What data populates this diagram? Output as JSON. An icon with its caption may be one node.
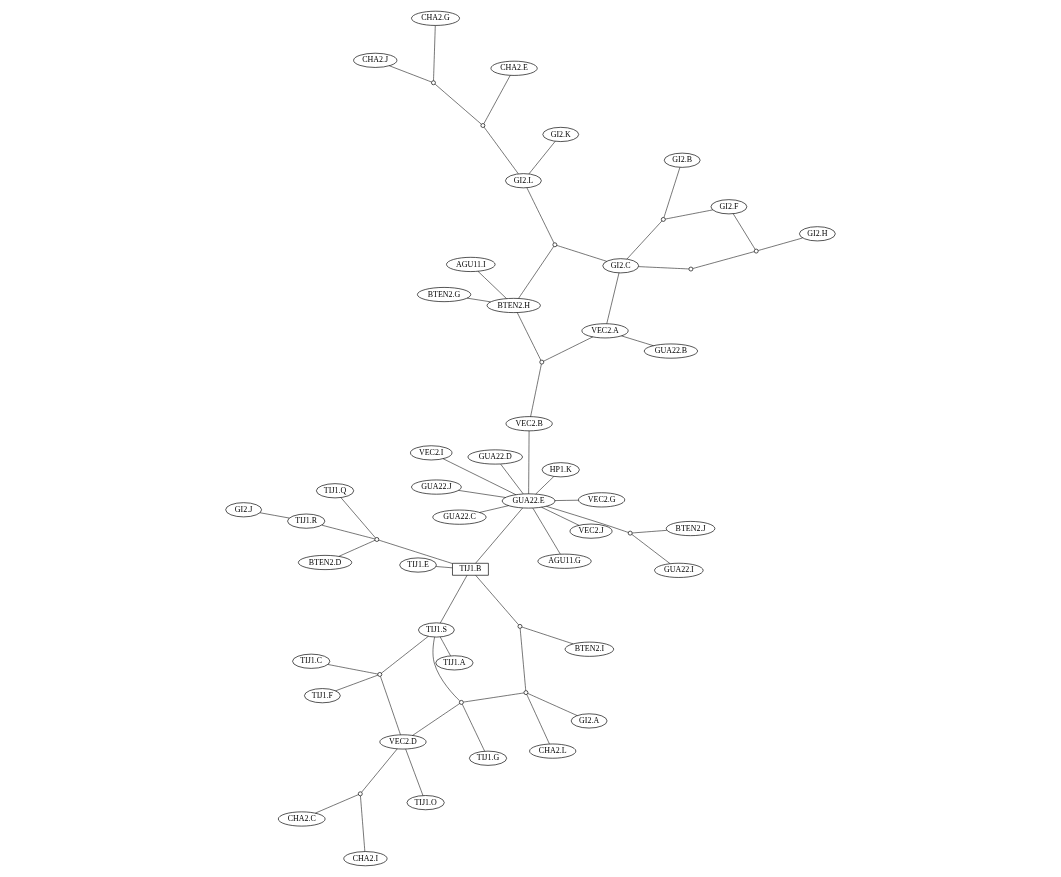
{
  "diagram": {
    "nodes": [
      {
        "text": [
          "TIJ1.E"
        ]
      },
      {
        "text": [
          "TIJ1.B"
        ]
      },
      {
        "text": [
          "BTEN2.D"
        ]
      },
      {
        "text": [],
        "shape": "circle"
      },
      {
        "text": [
          "TIJ1.R"
        ]
      },
      {
        "text": [
          "TIJ1.Q"
        ]
      },
      {
        "text": [
          "GI2.J"
        ]
      },
      {
        "text": [
          "BTEN2.I"
        ]
      },
      {
        "text": [],
        "shape": "circle"
      },
      {
        "text": [
          "CHA2.L"
        ]
      },
      {
        "text": [],
        "shape": "circle"
      },
      {
        "text": [],
        "shape": "circle"
      },
      {
        "text": [
          "TIJ1.S"
        ]
      },
      {
        "text": [
          "TIJ1.A"
        ]
      },
      {
        "text": [
          "GI2.A"
        ]
      },
      {
        "text": [
          "TIJ1.G"
        ]
      },
      {
        "text": [
          "VEC2.D"
        ]
      },
      {
        "text": [],
        "shape": "circle"
      },
      {
        "text": [
          "TIJ1.C"
        ]
      },
      {
        "text": [
          "TIJ1.F"
        ]
      },
      {
        "text": [],
        "shape": "circle"
      },
      {
        "text": [
          "CHA2.I"
        ]
      },
      {
        "text": [
          "CHA2.C"
        ]
      },
      {
        "text": [
          "TIJ1.O"
        ]
      },
      {
        "text": [
          "GUA22.E"
        ]
      },
      {
        "text": [
          "AGU11.G"
        ]
      },
      {
        "text": [
          "VEC2.G"
        ]
      },
      {
        "text": [
          "VEC2.I"
        ]
      },
      {
        "text": [
          "GUA22.C"
        ]
      },
      {
        "text": [
          "GUA22.I"
        ]
      },
      {
        "text": [],
        "shape": "circle"
      },
      {
        "text": [
          "BTEN2.J"
        ]
      },
      {
        "text": [
          "GUA22.J"
        ]
      },
      {
        "text": [
          "GUA22.D"
        ]
      },
      {
        "text": [
          "HP1.K"
        ]
      },
      {
        "text": [
          "VEC2.J"
        ]
      },
      {
        "text": [
          "VEC2.B"
        ]
      },
      {
        "text": [],
        "shape": "circle"
      },
      {
        "text": [
          "VEC2.A"
        ]
      },
      {
        "text": [
          "GUA22.B"
        ]
      },
      {
        "text": [
          "GI2.C"
        ]
      },
      {
        "text": [
          "BTEN2.H"
        ]
      },
      {
        "text": [
          "BTEN2.G"
        ]
      },
      {
        "text": [
          "AGU11.I"
        ]
      },
      {
        "text": [],
        "shape": "circle"
      },
      {
        "text": [],
        "shape": "circle"
      },
      {
        "text": [
          "GI2.H"
        ]
      },
      {
        "text": [
          "GI2.F"
        ]
      },
      {
        "text": [],
        "shape": "circle"
      },
      {
        "text": [
          "GI2.B"
        ]
      },
      {
        "text": [],
        "shape": "circle"
      },
      {
        "text": [
          "GI2.L"
        ]
      },
      {
        "text": [
          "GI2.K"
        ]
      },
      {
        "text": [],
        "shape": "circle"
      },
      {
        "text": [
          "CHA2.E"
        ]
      },
      {
        "text": [],
        "shape": "circle"
      },
      {
        "text": [
          "CHA2.J"
        ]
      },
      {
        "text": [
          "CHA2.G"
        ]
      }
    ],
    "edges": [
      {
        "from": 0,
        "to": 1,
        "arrow": "none"
      },
      {
        "from": 2,
        "to": 3,
        "arrow": "none"
      },
      {
        "from": 3,
        "to": 1,
        "arrow": "none"
      },
      {
        "from": 3,
        "to": 5,
        "arrow": "none"
      },
      {
        "from": 3,
        "to": 4,
        "arrow": "none"
      },
      {
        "from": 4,
        "to": 6,
        "arrow": "none"
      },
      {
        "from": 1,
        "to": 24,
        "arrow": "none"
      },
      {
        "from": 1,
        "to": 8,
        "arrow": "none"
      },
      {
        "from": 7,
        "to": 8,
        "arrow": "none"
      },
      {
        "from": 8,
        "to": 10,
        "arrow": "none"
      },
      {
        "from": 1,
        "to": 12,
        "arrow": "none"
      },
      {
        "from": 9,
        "to": 10,
        "arrow": "none"
      },
      {
        "from": 10,
        "to": 11,
        "arrow": "none"
      },
      {
        "from": 11,
        "to": 12,
        "arrow": "none"
      },
      {
        "from": 12,
        "to": 13,
        "arrow": "none"
      },
      {
        "from": 10,
        "to": 14,
        "arrow": "none"
      },
      {
        "from": 11,
        "to": 15,
        "arrow": "none"
      },
      {
        "from": 11,
        "to": 16,
        "arrow": "none"
      },
      {
        "from": 16,
        "to": 17,
        "arrow": "none"
      },
      {
        "from": 17,
        "to": 18,
        "arrow": "none"
      },
      {
        "from": 12,
        "to": 17,
        "arrow": "none"
      },
      {
        "from": 17,
        "to": 19,
        "arrow": "none"
      },
      {
        "from": 16,
        "to": 20,
        "arrow": "none"
      },
      {
        "from": 20,
        "to": 21,
        "arrow": "none"
      },
      {
        "from": 20,
        "to": 22,
        "arrow": "none"
      },
      {
        "from": 16,
        "to": 23,
        "arrow": "none"
      },
      {
        "from": 24,
        "to": 25,
        "arrow": "none"
      },
      {
        "from": 24,
        "to": 26,
        "arrow": "none"
      },
      {
        "from": 24,
        "to": 27,
        "arrow": "none"
      },
      {
        "from": 24,
        "to": 28,
        "arrow": "none"
      },
      {
        "from": 24,
        "to": 30,
        "arrow": "none"
      },
      {
        "from": 30,
        "to": 29,
        "arrow": "none"
      },
      {
        "from": 30,
        "to": 31,
        "arrow": "none"
      },
      {
        "from": 24,
        "to": 32,
        "arrow": "none"
      },
      {
        "from": 24,
        "to": 33,
        "arrow": "none"
      },
      {
        "from": 24,
        "to": 34,
        "arrow": "none"
      },
      {
        "from": 24,
        "to": 35,
        "arrow": "none"
      },
      {
        "from": 24,
        "to": 36,
        "arrow": "none"
      },
      {
        "from": 36,
        "to": 37,
        "arrow": "none"
      },
      {
        "from": 37,
        "to": 38,
        "arrow": "none"
      },
      {
        "from": 37,
        "to": 41,
        "arrow": "none"
      },
      {
        "from": 39,
        "to": 38,
        "arrow": "none"
      },
      {
        "from": 38,
        "to": 40,
        "arrow": "none"
      },
      {
        "from": 44,
        "to": 40,
        "arrow": "none"
      },
      {
        "from": 44,
        "to": 45,
        "arrow": "none"
      },
      {
        "from": 45,
        "to": 46,
        "arrow": "none"
      },
      {
        "from": 45,
        "to": 47,
        "arrow": "none"
      },
      {
        "from": 47,
        "to": 48,
        "arrow": "none"
      },
      {
        "from": 40,
        "to": 48,
        "arrow": "none"
      },
      {
        "from": 48,
        "to": 49,
        "arrow": "none"
      },
      {
        "from": 40,
        "to": 50,
        "arrow": "none"
      },
      {
        "from": 50,
        "to": 41,
        "arrow": "none"
      },
      {
        "from": 50,
        "to": 51,
        "arrow": "none"
      },
      {
        "from": 41,
        "to": 42,
        "arrow": "none"
      },
      {
        "from": 41,
        "to": 43,
        "arrow": "none"
      },
      {
        "from": 51,
        "to": 52,
        "arrow": "none"
      },
      {
        "from": 51,
        "to": 53,
        "arrow": "none"
      },
      {
        "from": 53,
        "to": 54,
        "arrow": "none"
      },
      {
        "from": 53,
        "to": 55,
        "arrow": "none"
      },
      {
        "from": 55,
        "to": 56,
        "arrow": "none"
      },
      {
        "from": 55,
        "to": 57,
        "arrow": "none"
      }
    ]
  }
}
